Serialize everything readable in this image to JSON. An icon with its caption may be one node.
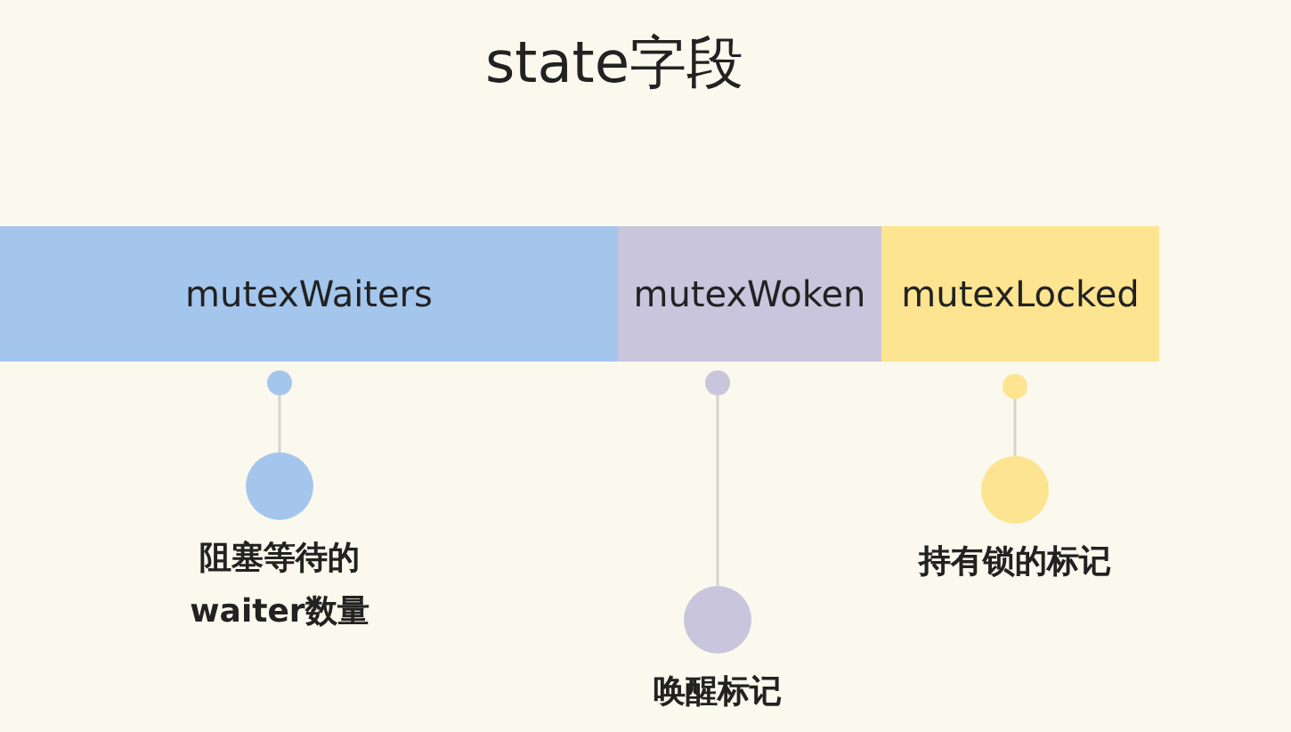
{
  "diagram": {
    "title": "state字段",
    "nodes": [
      {
        "text": [
          "mutexWaiters"
        ]
      },
      {
        "text": [
          "mutexWoken"
        ]
      },
      {
        "text": [
          "mutexLocked"
        ]
      },
      {
        "text": [],
        "shape": "circle"
      },
      {
        "text": [],
        "shape": "circle"
      },
      {
        "text": [],
        "shape": "circle"
      },
      {
        "text": [
          "阻塞等待的waiter数量"
        ]
      },
      {
        "text": [
          "唤醒标记"
        ]
      },
      {
        "text": [
          "持有锁的标记"
        ]
      }
    ],
    "edges": [
      {
        "from": 3,
        "to": 6,
        "arrow": "none"
      },
      {
        "from": 4,
        "to": 7,
        "arrow": "none"
      },
      {
        "from": 5,
        "to": 8,
        "arrow": "none"
      }
    ]
  }
}
